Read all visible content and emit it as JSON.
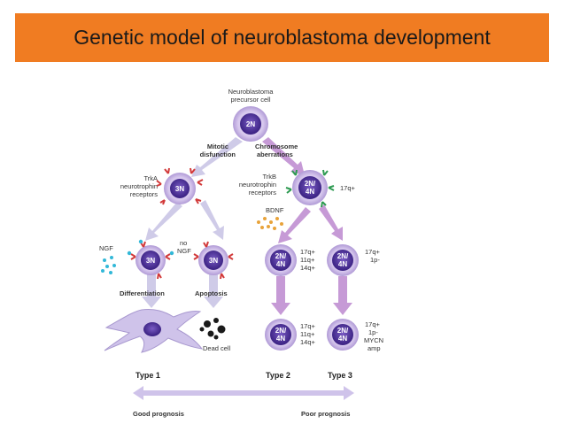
{
  "title": "Genetic model of neuroblastoma development",
  "precursor": {
    "label_line1": "Neuroblastoma",
    "label_line2": "precursor cell",
    "cell": "2N"
  },
  "branches": {
    "left_line1": "Mitotic",
    "left_line2": "disfunction",
    "right_line1": "Chromosome",
    "right_line2": "aberrations"
  },
  "trka": {
    "line1": "TrkA",
    "line2": "neurotrophin",
    "line3": "receptors",
    "cell": "3N"
  },
  "trkb": {
    "line1": "TrkB",
    "line2": "neurotrophin",
    "line3": "receptors",
    "cell_line1": "2N/",
    "cell_line2": "4N",
    "marker": "17q+"
  },
  "ngf": "NGF",
  "no_ngf": {
    "line1": "no",
    "line2": "NGF"
  },
  "bdnf": "BDNF",
  "cells_row3": {
    "diff_cell": "3N",
    "apop_cell": "3N",
    "t2_cell_line1": "2N/",
    "t2_cell_line2": "4N",
    "t2_markers": [
      "17q+",
      "11q+",
      "14q+"
    ],
    "t3_cell_line1": "2N/",
    "t3_cell_line2": "4N",
    "t3_markers": [
      "17q+",
      "1p-"
    ]
  },
  "outcomes": {
    "differentiation": "Differentiation",
    "apoptosis": "Apoptosis",
    "dead_cell": "Dead cell"
  },
  "cells_row4": {
    "t2_cell_line1": "2N/",
    "t2_cell_line2": "4N",
    "t2_markers": [
      "17q+",
      "11q+",
      "14q+"
    ],
    "t3_cell_line1": "2N/",
    "t3_cell_line2": "4N",
    "t3_markers": [
      "17q+",
      "1p-",
      "MYCN",
      "amp"
    ]
  },
  "types": {
    "t1": "Type 1",
    "t2": "Type 2",
    "t3": "Type 3"
  },
  "prognosis": {
    "good": "Good prognosis",
    "poor": "Poor prognosis"
  },
  "colors": {
    "title_bg": "#f07c22",
    "cell_outer": "#c9b6e4",
    "cell_inner": "#5b3aa3",
    "left_arrow": "#cfcbe8",
    "right_arrow": "#c69ad6",
    "receptor_red": "#d23a3a",
    "receptor_green": "#2e9a52",
    "ngf_dots": "#32b8d8",
    "bdnf_dots": "#e8a33a"
  }
}
